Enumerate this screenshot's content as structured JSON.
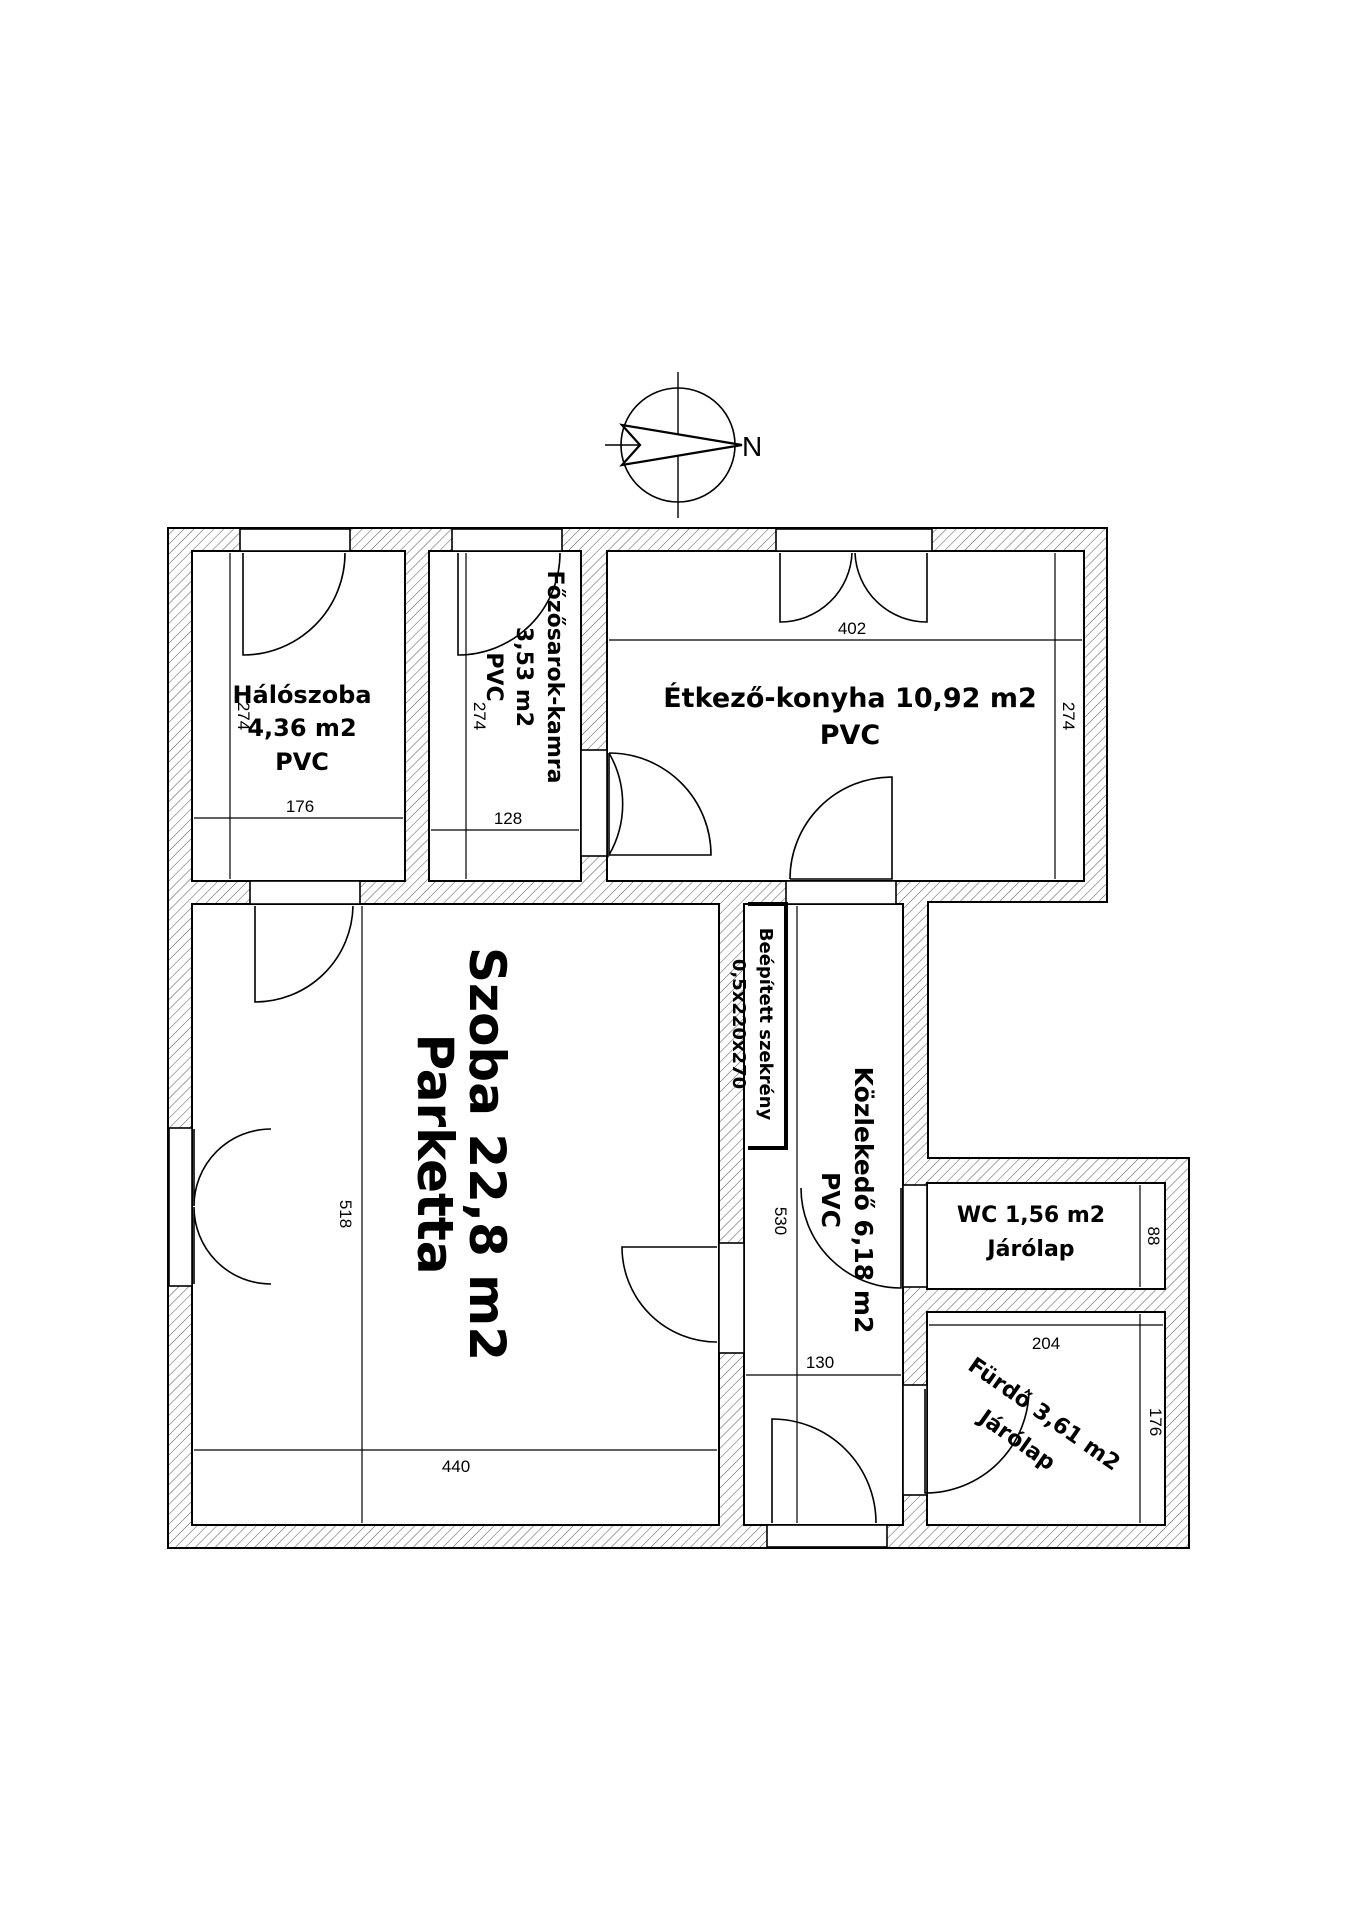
{
  "compass": {
    "north_letter": "N"
  },
  "rooms": {
    "haloszoba": {
      "name": "Hálószoba",
      "area": "4,36 m2",
      "floor": "PVC"
    },
    "fozosarok": {
      "name": "Főzősarok-kamra",
      "area": "3,53 m2",
      "floor": "PVC"
    },
    "etkezo": {
      "name_area": "Étkező-konyha 10,92 m2",
      "floor": "PVC"
    },
    "szoba": {
      "name_area": "Szoba 22,8 m2",
      "floor": "Parketta"
    },
    "kozlekedo": {
      "name_area": "Közlekedő 6,18 m2",
      "floor": "PVC"
    },
    "wc": {
      "name_area": "WC 1,56 m2",
      "floor": "Járólap"
    },
    "furdo": {
      "name_area": "Fürdő 3,61 m2",
      "floor": "Járólap"
    },
    "szekreny": {
      "name": "Beépített szekrény",
      "size": "0,5x220x270"
    }
  },
  "dimensions": {
    "haloszoba_h": "274",
    "haloszoba_w": "176",
    "fozosarok_h": "274",
    "fozosarok_w": "128",
    "etkezo_w": "402",
    "etkezo_h": "274",
    "szoba_h": "518",
    "szoba_w": "440",
    "kozlekedo_h": "530",
    "kozlekedo_w": "130",
    "wc_h": "88",
    "furdo_w": "204",
    "furdo_h": "176"
  }
}
